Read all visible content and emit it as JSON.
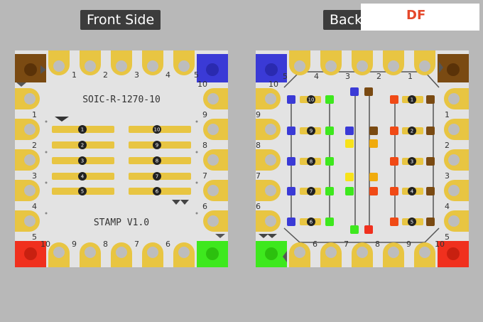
{
  "front": {
    "title": "Front Side",
    "part_label": "SOIC-R-1270-10",
    "version_label": "STAMP V1.0",
    "pad_numbers_left": [
      "1",
      "2",
      "3",
      "4",
      "5"
    ],
    "pad_numbers_right": [
      "10",
      "9",
      "8",
      "7",
      "6"
    ]
  },
  "back": {
    "title": "Back Side",
    "pad_numbers_left": [
      "10",
      "9",
      "8",
      "7",
      "6"
    ],
    "pad_numbers_right": [
      "1",
      "2",
      "3",
      "4",
      "5"
    ]
  },
  "edge_labels": {
    "top": [
      "1",
      "2",
      "3",
      "4",
      "5"
    ],
    "left": [
      "1",
      "2",
      "3",
      "4",
      "5"
    ],
    "right": [
      "10",
      "9",
      "8",
      "7",
      "6"
    ],
    "bottom": [
      "10",
      "9",
      "8",
      "7",
      "6"
    ],
    "back_top": [
      "5",
      "4",
      "3",
      "2",
      "1"
    ],
    "back_left": [
      "10",
      "9",
      "8",
      "7",
      "6"
    ],
    "back_right": [
      "1",
      "2",
      "3",
      "4",
      "5"
    ],
    "back_bottom": [
      "6",
      "7",
      "8",
      "9",
      "10"
    ]
  },
  "logo": {
    "text": "DF"
  },
  "colors": {
    "board": "#e3e3e3",
    "pad": "#e8c542",
    "brown": "#7a4a12",
    "blue": "#3a3ad6",
    "red": "#f0301e",
    "green": "#3ee81e",
    "orange": "#f0ab0e",
    "yellow": "#f7e21a",
    "red_orange": "#f04a16",
    "trace": "#555555"
  }
}
